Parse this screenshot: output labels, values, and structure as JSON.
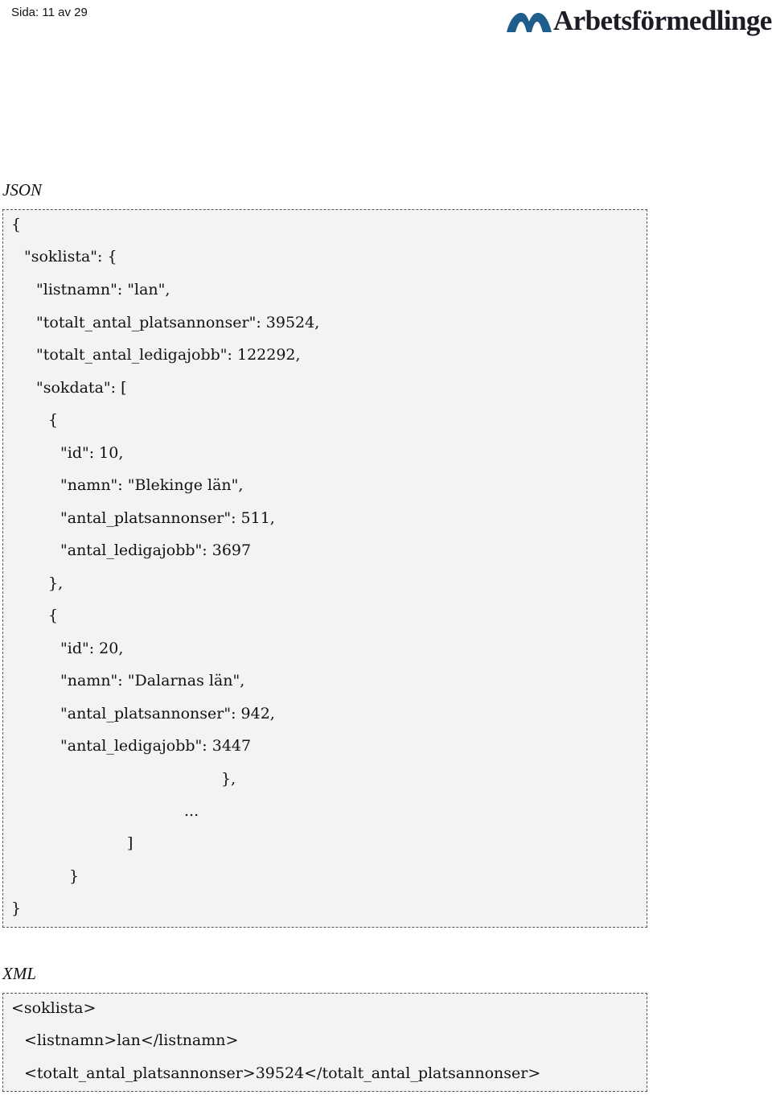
{
  "header": {
    "page_number": "Sida: 11 av 29",
    "logo_text": "Arbetsförmedlingen",
    "logo_color": "#1f5d8a"
  },
  "json_section": {
    "title": "JSON",
    "lines": [
      "{",
      "\"soklista\": {",
      "\"listnamn\": \"lan\",",
      "\"totalt_antal_platsannonser\": 39524,",
      "\"totalt_antal_ledigajobb\": 122292,",
      "\"sokdata\": [",
      "{",
      "\"id\": 10,",
      "\"namn\": \"Blekinge län\",",
      "\"antal_platsannonser\": 511,",
      "\"antal_ledigajobb\": 3697",
      "},",
      "{",
      "\"id\": 20,",
      "\"namn\": \"Dalarnas län\",",
      "\"antal_platsannonser\": 942,",
      "\"antal_ledigajobb\": 3447",
      "},",
      "...",
      "]",
      "}",
      "}"
    ]
  },
  "xml_section": {
    "title": "XML",
    "lines": [
      "<soklista>",
      "<listnamn>lan</listnamn>",
      "<totalt_antal_platsannonser>39524</totalt_antal_platsannonser>"
    ]
  }
}
